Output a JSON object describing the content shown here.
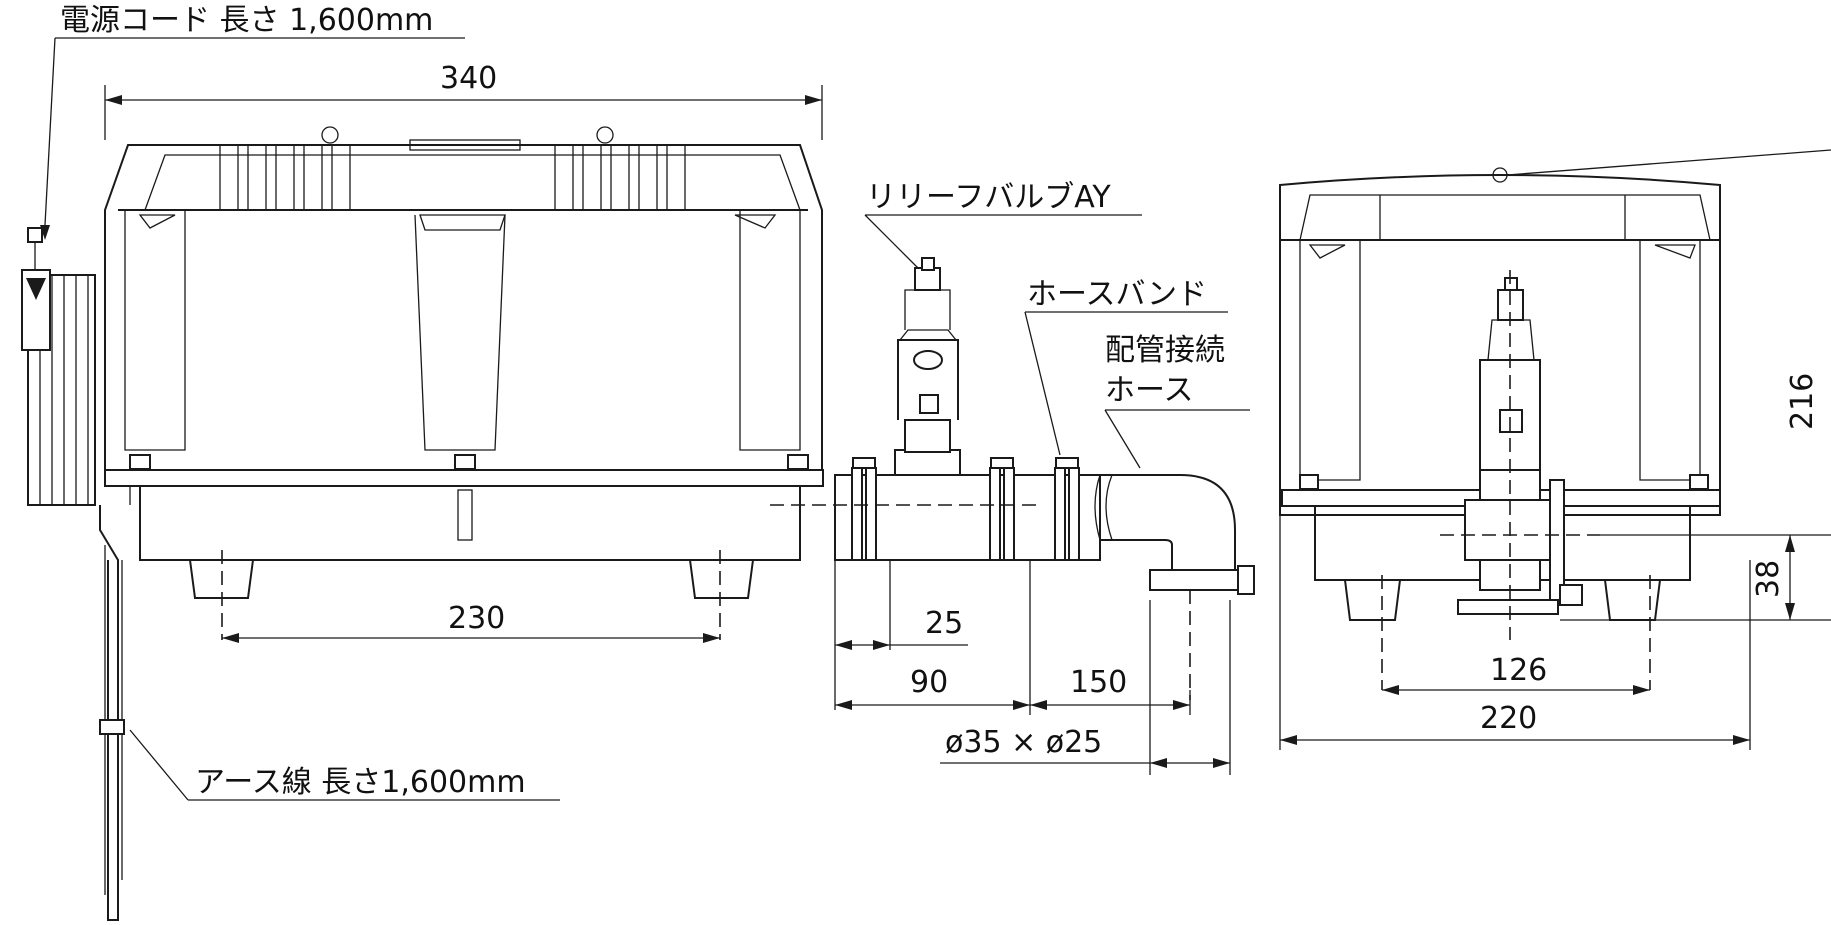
{
  "labels": {
    "power_cord": "電源コード 長さ 1,600mm",
    "relief_valve": "リリーフバルブAY",
    "hose_band": "ホースバンド",
    "pipe_hose_line1": "配管接続",
    "pipe_hose_line2": "ホース",
    "earth_wire": "アース線 長さ1,600mm"
  },
  "dimensions": {
    "overall_length": "340",
    "foot_span": "230",
    "d25": "25",
    "d90": "90",
    "d150": "150",
    "hose_diameter": "ø35 × ø25",
    "side_foot_span": "126",
    "side_width": "220",
    "height": "216",
    "outlet_height": "38"
  }
}
